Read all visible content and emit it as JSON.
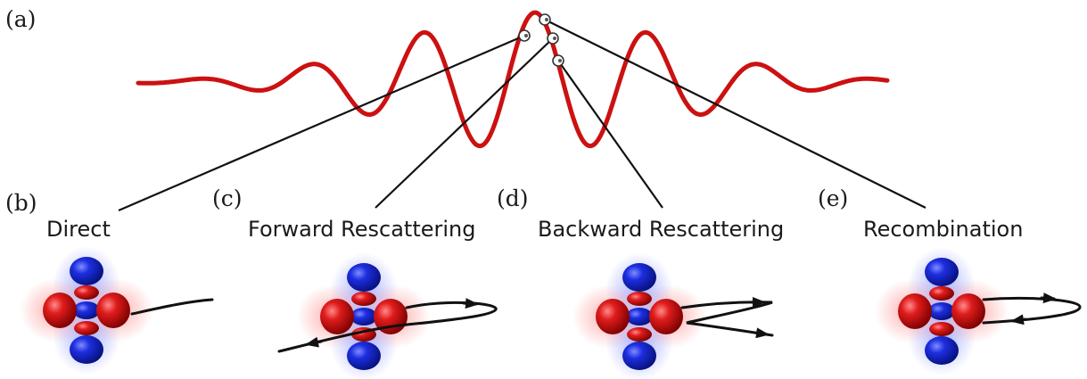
{
  "panel_a": {
    "letter": "(a)"
  },
  "wave_color": "#cc1111",
  "panels": [
    {
      "letter": "(b)",
      "title": "Direct"
    },
    {
      "letter": "(c)",
      "title": "Forward Rescattering"
    },
    {
      "letter": "(d)",
      "title": "Backward Rescattering"
    },
    {
      "letter": "(e)",
      "title": "Recombination"
    }
  ],
  "orbital_colors": {
    "lobe_red": "#d81818",
    "lobe_blue": "#1a2ad8"
  }
}
